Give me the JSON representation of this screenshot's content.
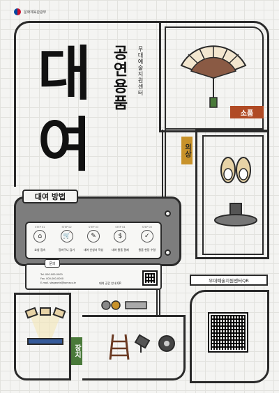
{
  "ministry": {
    "name": "문화체육관광부"
  },
  "title": {
    "main_char_1": "대",
    "main_char_2": "여",
    "subtitle": "공연용품",
    "vertical_small": "무대예술지원센터"
  },
  "tags": {
    "props": "소품",
    "costume": "의상",
    "equipment": "장치"
  },
  "rental": {
    "heading": "대여 방법",
    "steps": [
      {
        "num": "STEP 01",
        "label": "요청 접속"
      },
      {
        "num": "STEP 02",
        "label": "장바구니 담기"
      },
      {
        "num": "STEP 03",
        "label": "대여 신청서 작성"
      },
      {
        "num": "STEP 04",
        "label": "대여 물품 결제"
      },
      {
        "num": "STEP 05",
        "label": "물품 현장 수령"
      }
    ],
    "contact_badge": "문의",
    "tel": "Tel. 000-000-0000",
    "fax": "Fax. 000-000-0000",
    "email": "E-mail. stagearts@kamsco.kr",
    "qr_caption": "대여 공간 안내 QR"
  },
  "qr_center_label": "무대예술지원센터QR",
  "colors": {
    "orange": "#b04a24",
    "gold": "#c8922a",
    "green": "#4a7a3a",
    "panel": "#7d7d7d"
  }
}
